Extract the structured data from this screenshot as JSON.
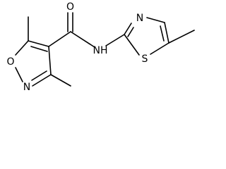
{
  "molecule": {
    "atoms": [
      {
        "id": "O_carbonyl",
        "symbol": "O"
      },
      {
        "id": "N_amide",
        "symbol": "N",
        "suffix": "H"
      },
      {
        "id": "N_thiazole",
        "symbol": "N"
      },
      {
        "id": "S_thiazole",
        "symbol": "S"
      },
      {
        "id": "O_isoxazole",
        "symbol": "O"
      },
      {
        "id": "N_isoxazole",
        "symbol": "N"
      }
    ]
  },
  "colors": {
    "bond": "#000000",
    "label": "#000000",
    "background": "#ffffff"
  }
}
